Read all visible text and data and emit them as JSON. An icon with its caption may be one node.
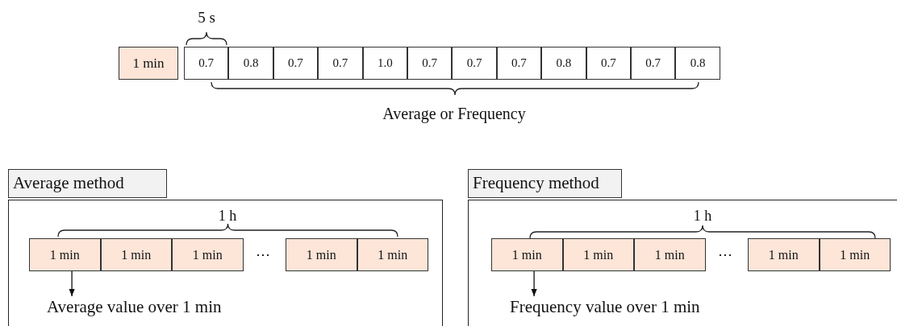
{
  "diagram": {
    "nodes": [
      {
        "text": [
          "1 min"
        ]
      },
      {
        "text": [
          "0.7"
        ]
      },
      {
        "text": [
          "0.8"
        ]
      },
      {
        "text": [
          "0.7"
        ]
      },
      {
        "text": [
          "0.7"
        ]
      },
      {
        "text": [
          "1.0"
        ]
      },
      {
        "text": [
          "0.7"
        ]
      },
      {
        "text": [
          "0.7"
        ]
      },
      {
        "text": [
          "0.7"
        ]
      },
      {
        "text": [
          "0.8"
        ]
      },
      {
        "text": [
          "0.7"
        ]
      },
      {
        "text": [
          "0.7"
        ]
      },
      {
        "text": [
          "0.8"
        ]
      },
      {
        "text": [
          "Average method"
        ]
      },
      {
        "text": [
          "1 min"
        ],
        "in": 13
      },
      {
        "text": [
          "1 min"
        ],
        "in": 13
      },
      {
        "text": [
          "1 min"
        ],
        "in": 13
      },
      {
        "text": [
          "1 min"
        ],
        "in": 13
      },
      {
        "text": [
          "1 min"
        ],
        "in": 13
      },
      {
        "text": [
          "Average value over 1 min"
        ],
        "in": 13
      },
      {
        "text": [
          "Frequency method"
        ]
      },
      {
        "text": [
          "1 min"
        ],
        "in": 20
      },
      {
        "text": [
          "1 min"
        ],
        "in": 20
      },
      {
        "text": [
          "1 min"
        ],
        "in": 20
      },
      {
        "text": [
          "1 min"
        ],
        "in": 20
      },
      {
        "text": [
          "1 min"
        ],
        "in": 20
      },
      {
        "text": [
          "Frequency value over 1 min"
        ],
        "in": 20
      }
    ],
    "edges": [
      {
        "from": 14,
        "to": 19,
        "arrow": "to"
      },
      {
        "from": 21,
        "to": 26,
        "arrow": "to"
      }
    ],
    "labels": [
      "5 s",
      "Average or Frequency",
      "1 h",
      "⋯",
      "1 h",
      "⋯"
    ]
  }
}
